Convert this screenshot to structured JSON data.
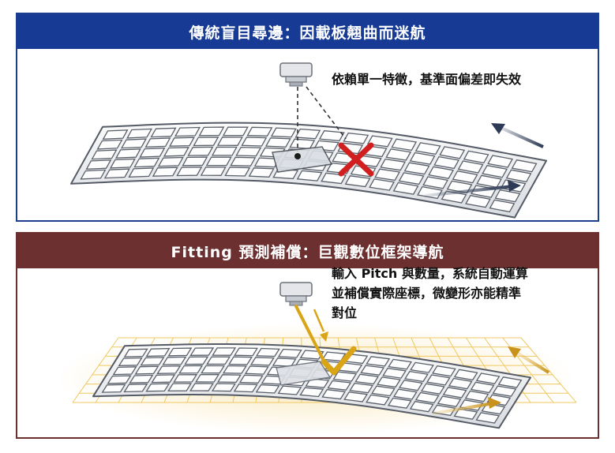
{
  "top": {
    "title": "傳統盲目尋邊：因載板翹曲而迷航",
    "caption": "依賴單一特徵，基準面偏差即失效",
    "colors": {
      "accent": "#173b95",
      "error": "#d11f1f",
      "arrow": "#2c3a55"
    }
  },
  "bottom": {
    "title": "Fitting 預測補償：巨觀數位框架導航",
    "caption_lines": [
      "輸入 Pitch 與數量，系統自動運算",
      "並補償實際座標，微變形亦能精準",
      "對位"
    ],
    "colors": {
      "accent": "#6d3030",
      "success": "#d9a516",
      "grid_glow": "#efc860"
    }
  }
}
